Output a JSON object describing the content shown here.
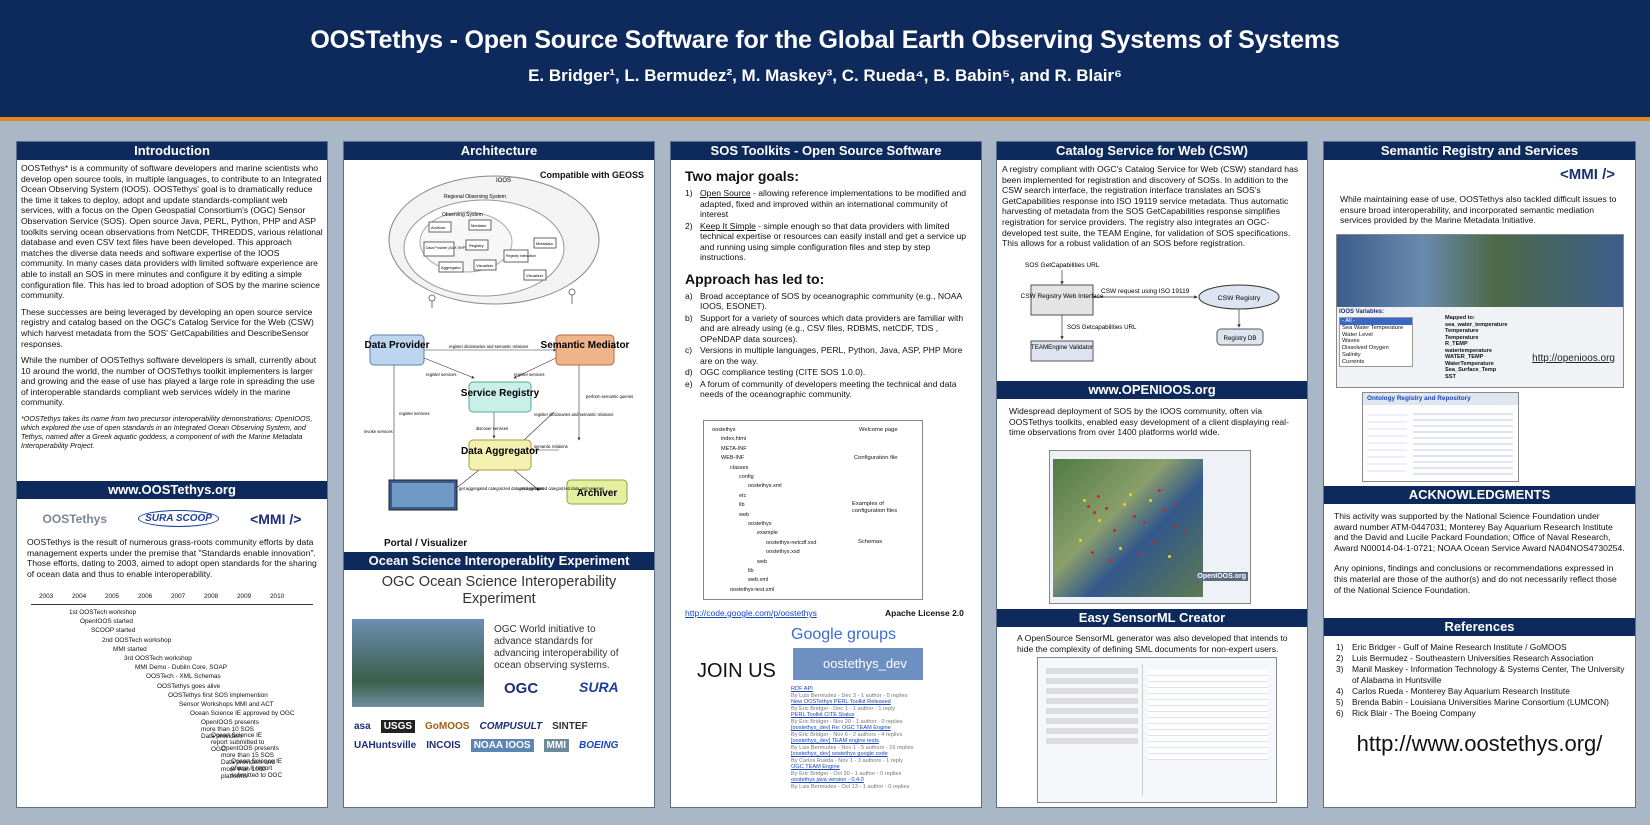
{
  "header": {
    "title": "OOSTethys  - Open Source Software for the Global Earth Observing Systems of Systems",
    "authors": "E. Bridger¹, L. Bermudez², M. Maskey³, C. Rueda⁴, B. Babin⁵, and R. Blair⁶"
  },
  "intro": {
    "heading": "Introduction",
    "p1": "OOSTethys* is a community of software developers and marine scientists who develop open source tools, in multiple languages, to contribute to an Integrated Ocean Observing System (IOOS).  OOSTethys' goal is to dramatically reduce the time it takes to deploy, adopt and update standards-compliant web services, with a focus on the Open Geospatial Consortium's (OGC) Sensor Observation Service (SOS).  Open source Java, PERL, Python, PHP and ASP toolkits serving ocean observations from NetCDF, THREDDS, various relational database and even CSV text files have been developed.  This approach matches the diverse data needs and software expertise of the IOOS community.  In many cases data providers with limited software experience are able to install an SOS in mere minutes and configure it by editing a simple configuration file. This has led to broad adoption of SOS by the marine science community.",
    "p2": "These successes are being leveraged by developing an open source service registry and catalog based on the OGC's  Catalog Service for the Web (CSW) which harvest metadata from the SOS' GetCapabilities and DescribeSensor responses.",
    "p3": "While the number of  OOSTethys software developers is small, currently about 10 around the world, the number of OOSTethys toolkit implementers is larger and growing and the ease of use has played a large role in spreading the use of interoperable standards compliant web services widely in the marine community.",
    "note": "*OOSTethys takes its name from two precursor interoperability demonstrations:  OpenIOOS, which explored the use of open standards in an Integrated Ocean Observing System, and Tethys, named after a Greek aquatic goddess, a component of with the Marine Metadata Interoperability Project."
  },
  "www_oostethys": {
    "heading": "www.OOSTethys.org",
    "logos": [
      "OOSTethys",
      "SURA SCOOP",
      "<MMI />"
    ],
    "p1": "OOSTethys is the result of numerous grass-roots community efforts by data management experts under the premise that \"Standards enable innovation\".  Those efforts, dating to 2003, aimed to adopt open standards for the sharing of ocean data and thus to enable interoperability.",
    "years": [
      "2003",
      "2004",
      "2005",
      "2006",
      "2007",
      "2008",
      "2009",
      "2010"
    ],
    "events": [
      "1st OOSTech workshop",
      "OpenIOOS started",
      "SCOOP started",
      "2nd OOSTech workshop",
      "MMI started",
      "3rd OOSTech workshop",
      "MMI Demo - Dublin Core,  SOAP",
      "OOSTech - XML Schemas",
      "OOSTethys  goes alive",
      "OOSTethys first SOS implemention",
      "Sensor Workshops  MMI and ACT",
      "Ocean Science IE approved by OGC",
      "OpenIOOS presents more than 10 SOS  Data providers",
      "Ocean Science IE report submitted to OGC",
      "OpenIOOS presents more than 15 SOS  Data providers and more than 1000 platforms",
      "Ocean Science IE phase II report submitted to OGC"
    ]
  },
  "architecture": {
    "heading": "Architecture",
    "compatible": "Compatible with GEOSS",
    "ioos_labels": [
      "IOOS",
      "Regional Observing System",
      "Observing System",
      "Archiver",
      "Mediator",
      "Data Provider (AUX SHP)",
      "Registry",
      "Metadata",
      "Registry Interaction",
      "Aggregator",
      "Visualizer",
      "Visualizer"
    ],
    "nodes": {
      "provider": "Data Provider",
      "registry": "Service Registry",
      "mediator": "Semantic Mediator",
      "aggregator": "Data Aggregator",
      "archiver": "Archiver",
      "portal": "Portal / Visualizer"
    },
    "edges": [
      "register dictionaries and semantic relations",
      "register services",
      "register services",
      "perform semantic queries",
      "register services",
      "register dictionaries and semantic relations",
      "invoke services",
      "discover services",
      "semantic relations",
      "get aggregated categorized data and services",
      "get aggregated categorized data and services"
    ]
  },
  "oceanie": {
    "heading": "Ocean Science Interoperablity Experiment",
    "title": "OGC Ocean Science Interoperability Experiment",
    "desc": "OGC World initiative to advance standards for advancing interoperability of ocean observing systems.",
    "ogc": "OGC",
    "sura": "SURA",
    "logos": [
      "asa",
      "USGS",
      "GoMOOS",
      "COMPUSULT",
      "SINTEF",
      "UAHuntsville",
      "INCOIS",
      "NOAA IOOS",
      "MMI",
      "BOEING"
    ]
  },
  "sos": {
    "heading": "SOS Toolkits - Open Source Software",
    "goals_h": "Two major goals:",
    "goals": [
      {
        "k": "1)",
        "u": "Open Source",
        "t": " - allowing reference implementations to be modified and adapted, fixed and improved within an international community of interest"
      },
      {
        "k": "2)",
        "u": "Keep It Simple",
        "t": " - simple enough so that data providers with limited technical expertise or resources can easily install and get a service up and running using simple configuration files and step by step instructions."
      }
    ],
    "approach_h": "Approach has led to:",
    "approach": [
      {
        "k": "a)",
        "t": "Broad acceptance of SOS by oceanographic community (e.g., NOAA IOOS, ESONET)."
      },
      {
        "k": "b)",
        "t": "Support for a variety of sources which data providers are familiar with and are already using (e.g., CSV files, RDBMS, netCDF, TDS , OPeNDAP data sources)."
      },
      {
        "k": "c)",
        "t": "Versions in multiple languages, PERL, Python, Java, ASP, PHP  More are on the way."
      },
      {
        "k": "d)",
        "t": "OGC compliance testing (CITE SOS 1.0.0)."
      },
      {
        "k": "e)",
        "t": "A  forum of community of developers meeting the technical and data needs of the oceanographic community."
      }
    ],
    "tree": [
      "oostethys",
      "index.html",
      "META-INF",
      "WEB-INF",
      "classes",
      "config",
      "oostethys.xml",
      "etc",
      "lib",
      "web",
      "oostethys",
      "example",
      "oostethys-netcdf.xsd",
      "oostethys.xsd",
      "web",
      "lib",
      "web.xml",
      "oostethys-test.xml"
    ],
    "tree_notes": [
      "Welcome page",
      "Configuration file",
      "Examples of configuration files",
      "Schemas"
    ],
    "code_url": "http://code.google.com/p/oostethys",
    "license": "Apache License 2.0",
    "join": "JOIN US",
    "google_groups": "Google groups",
    "group_name": "oostethys_dev",
    "posts": [
      {
        "t": "RDF API",
        "m": "By Luis Bermudez - Dec 3 - 1 author - 0 replies"
      },
      {
        "t": "New OOSTethys PERL Toolkit Released",
        "m": "By Eric Bridger - Dec 1 - 1 author - 1 reply"
      },
      {
        "t": "PERL Toolkit CITE Status",
        "m": "By Eric Bridger - Nov 20 - 1 author - 0 replies"
      },
      {
        "t": "[oostethys_dev] Re: OGC TEAM Engine",
        "m": "By Eric Bridger - Nov 6 - 2 authors - 4 replies"
      },
      {
        "t": "[oostethys_dev] TEAM engine tests",
        "m": "By Luis Bermudez - Nov 1 - 5 authors - 16 replies"
      },
      {
        "t": "[oostethys_dev] oostethys google code",
        "m": "By Carlos Rueda - Nov 1 - 3 authors - 1 reply"
      },
      {
        "t": "OGC TEAM Engine",
        "m": "By Eric Bridger - Oct 30 - 1 author - 0 replies"
      },
      {
        "t": "oostethys java version - 0.4.0",
        "m": "By Luis Bermudez - Oct 13 - 1 author - 0 replies"
      }
    ]
  },
  "csw": {
    "heading": "Catalog Service for Web (CSW)",
    "p1": "A registry compliant with OGC's Catalog Service for Web (CSW) standard has been implemented for registration and discovery of SOSs.  In addition to the CSW search interface, the registration interface translates an SOS's GetCapabilities response into ISO 19119 service metadata.  Thus automatic harvesting of metadata from the SOS GetCapabilities response simplifies registration for service providers.  The registry also integrates an OGC-developed test suite, the TEAM Engine, for validation of SOS specifications. This allows for a robust validation of an SOS before registration.",
    "d_getcap": "SOS GetCapabilities URL",
    "d_web": "CSW Registry Web Interface",
    "d_request": "CSW request using ISO 19119",
    "d_registry": "CSW Registry",
    "d_getcap2": "SOS Getcapabilities URL",
    "d_db": "Registry DB",
    "d_team": "TEAMEngine Validator"
  },
  "openioos": {
    "heading": "www.OPENIOOS.org",
    "p1": "Widespread deployment of SOS by the IOOS community, often via OOSTethys toolkits, enabled easy development of a client displaying real-time observations from over 1400 platforms world wide.",
    "badge": "OpenIOOS.org"
  },
  "sensorml": {
    "heading": "Easy SensorML Creator",
    "p1": "A OpenSource SensorML generator was also developed that intends to hide the complexity of defining SML documents for non-expert users."
  },
  "semantic": {
    "heading": "Semantic Registry and Services",
    "mmi": "<MMI />",
    "p1": "While maintaining ease of use, OOSTethys also tackled difficult issues to ensure broad interoperability, and incorporated semantic mediation services provided by the Marine Metadata Initiative.",
    "ioos_vars": "IOOS Variables:",
    "var_list": [
      "- All -",
      "Sea Water Temperature",
      "Water Level",
      "Waves",
      "Dissolved Oxygen",
      "Salinity",
      "Currents"
    ],
    "mapped": [
      "Mapped to:",
      "sea_water_temperature",
      "Temperature",
      "Temperature",
      "R_TEMP",
      "watertemperature",
      "WATER_TEMP",
      "WaterTemperature",
      "Sea_Surface_Temp",
      "SST"
    ],
    "openioos_url": "http://openioos.org",
    "ont_title": "Ontology Registry and Repository"
  },
  "ack": {
    "heading": "ACKNOWLEDGMENTS",
    "p1": "This activity was supported by the National Science Foundation under award number ATM-0447031; Monterey Bay Aquarium Research Institute and the David and Lucile Packard Foundation; Office of Naval Research, Award N00014-04-1-0721; NOAA Ocean Service Award NA04NOS4730254.",
    "p2": "Any opinions, findings and conclusions or recommendations expressed in this material are those of the author(s) and do not necessarily reflect those of the National Science Foundation."
  },
  "refs": {
    "heading": "References",
    "items": [
      {
        "k": "1)",
        "t": "Eric Bridger  - Gulf of Maine Research Institute / GoMOOS"
      },
      {
        "k": "2)",
        "t": "Luis Bermudez - Southeastern Universities Research Association"
      },
      {
        "k": "3)",
        "t": "Manil Maskey - Information Technology & Systems Center, The University of Alabama in Huntsville"
      },
      {
        "k": "4)",
        "t": "Carlos Rueda - Monterey Bay Aquarium Research Institute"
      },
      {
        "k": "5)",
        "t": "Brenda Babin - Louisiana Universities Marine Consortium (LUMCON)"
      },
      {
        "k": "6)",
        "t": "Rick Blair - The Boeing Company"
      }
    ],
    "url": "http://www.oostethys.org/"
  }
}
